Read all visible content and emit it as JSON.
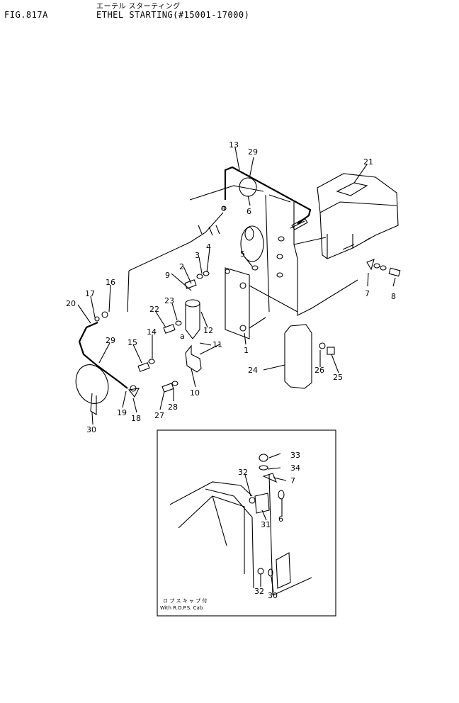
{
  "header": {
    "figure_no": "FIG.817A",
    "title_jp": "エーテル スターティング",
    "title_en": "ETHEL STARTING(#15001-17000)"
  },
  "callouts": [
    "13",
    "29",
    "21",
    "6",
    "5",
    "7",
    "8",
    "9",
    "2",
    "3",
    "4",
    "16",
    "17",
    "20",
    "22",
    "23",
    "12",
    "11",
    "a",
    "a",
    "14",
    "15",
    "29",
    "1",
    "24",
    "26",
    "25",
    "10",
    "27",
    "28",
    "19",
    "18",
    "30"
  ],
  "inset": {
    "caption_jp": "ロ プ ス キ ャ プ 付",
    "caption_en": "With R.O.P.S. Cab",
    "callouts": [
      "33",
      "34",
      "7",
      "32",
      "31",
      "6",
      "32",
      "30"
    ]
  }
}
